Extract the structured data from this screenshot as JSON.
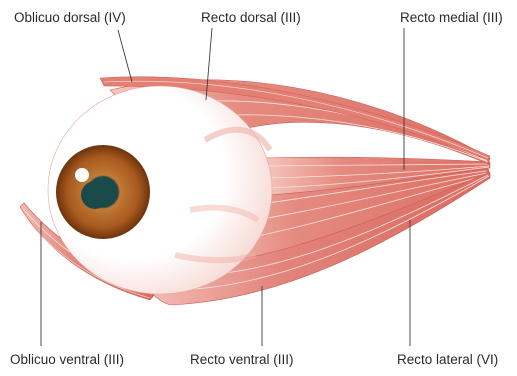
{
  "labels": {
    "dorsal_oblique": "Oblicuo dorsal (IV)",
    "dorsal_rectus": "Recto dorsal (III)",
    "medial_rectus": "Recto medial (III)",
    "ventral_oblique": "Oblicuo ventral (III)",
    "ventral_rectus": "Recto ventral (III)",
    "lateral_rectus": "Recto lateral (VI)"
  },
  "colors": {
    "muscle": "#e07a70",
    "muscle_light": "#f3b6ad",
    "muscle_stripe": "#fbe3de",
    "sclera": "#ffffff",
    "sclera_shadow": "#f4c8c1",
    "iris_outer": "#7a3d10",
    "iris_inner": "#b86a2a",
    "pupil": "#1b4a4a",
    "leader_line": "#3a3a3a",
    "label_text": "#2a2a2a"
  }
}
